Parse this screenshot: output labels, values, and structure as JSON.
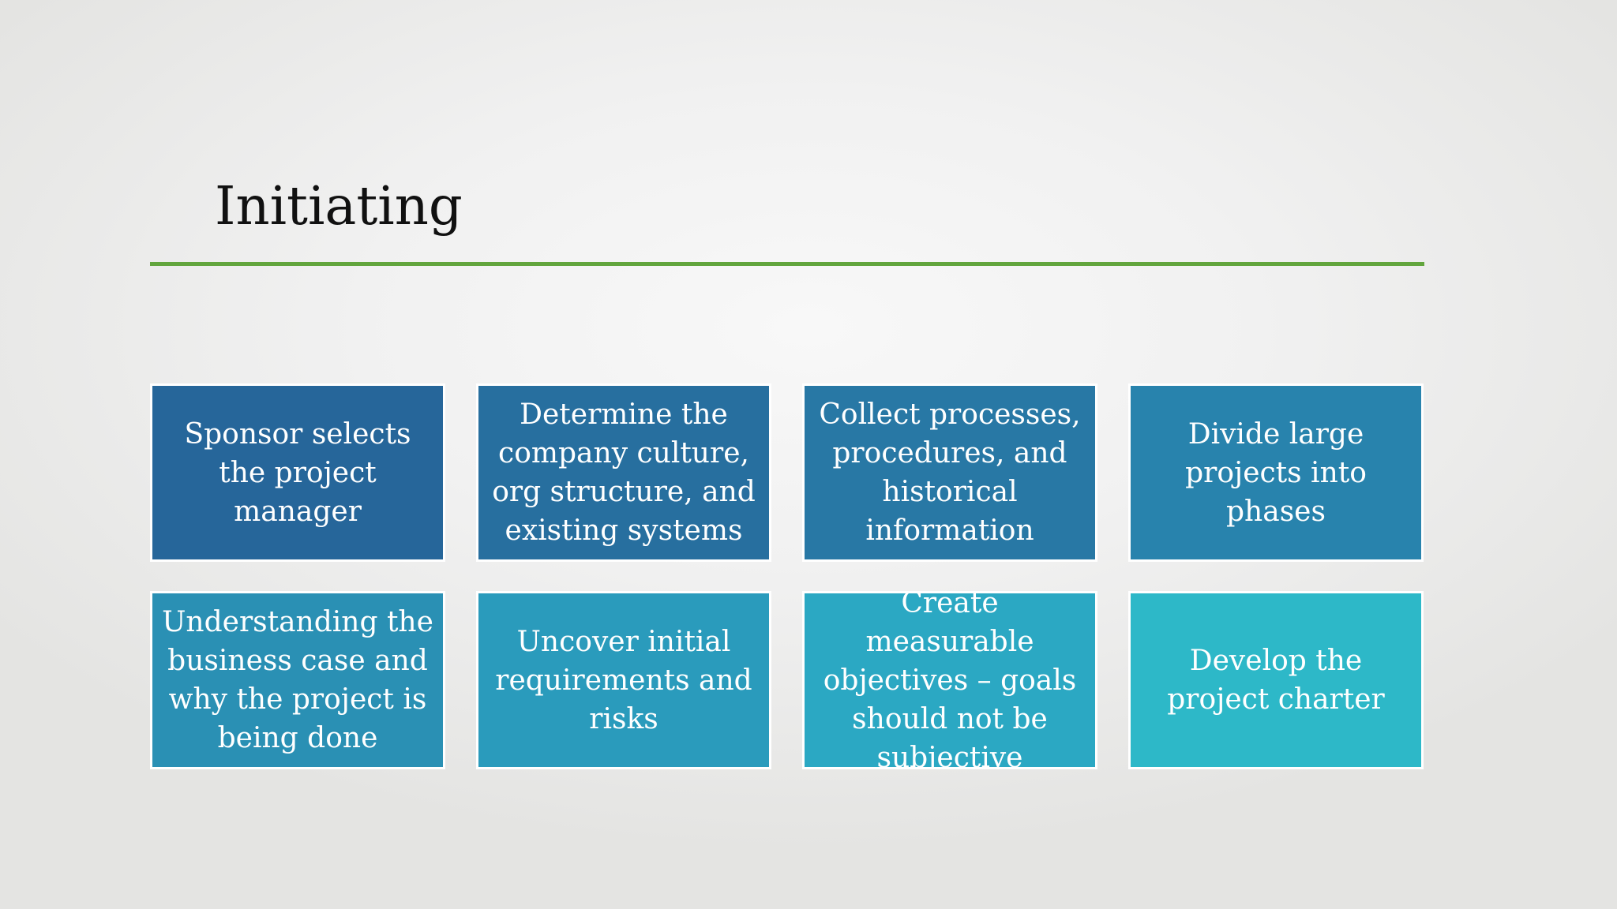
{
  "slide": {
    "title": "Initiating",
    "rule_color": "#62a53d",
    "steps": [
      {
        "text": "Sponsor selects the project manager",
        "color": "#26669a"
      },
      {
        "text": "Determine the company culture, org structure, and existing systems",
        "color": "#276f9f"
      },
      {
        "text": "Collect processes, procedures, and historical information",
        "color": "#2878a5"
      },
      {
        "text": "Divide large projects into phases",
        "color": "#2883ad"
      },
      {
        "text": "Understanding the business case and why the project is being done",
        "color": "#2a90b4"
      },
      {
        "text": "Uncover initial requirements and risks",
        "color": "#2a9bbc"
      },
      {
        "text": "Create measurable objectives – goals should not be subjective",
        "color": "#2ba8c3"
      },
      {
        "text": "Develop the project charter",
        "color": "#2db8c8"
      }
    ]
  }
}
